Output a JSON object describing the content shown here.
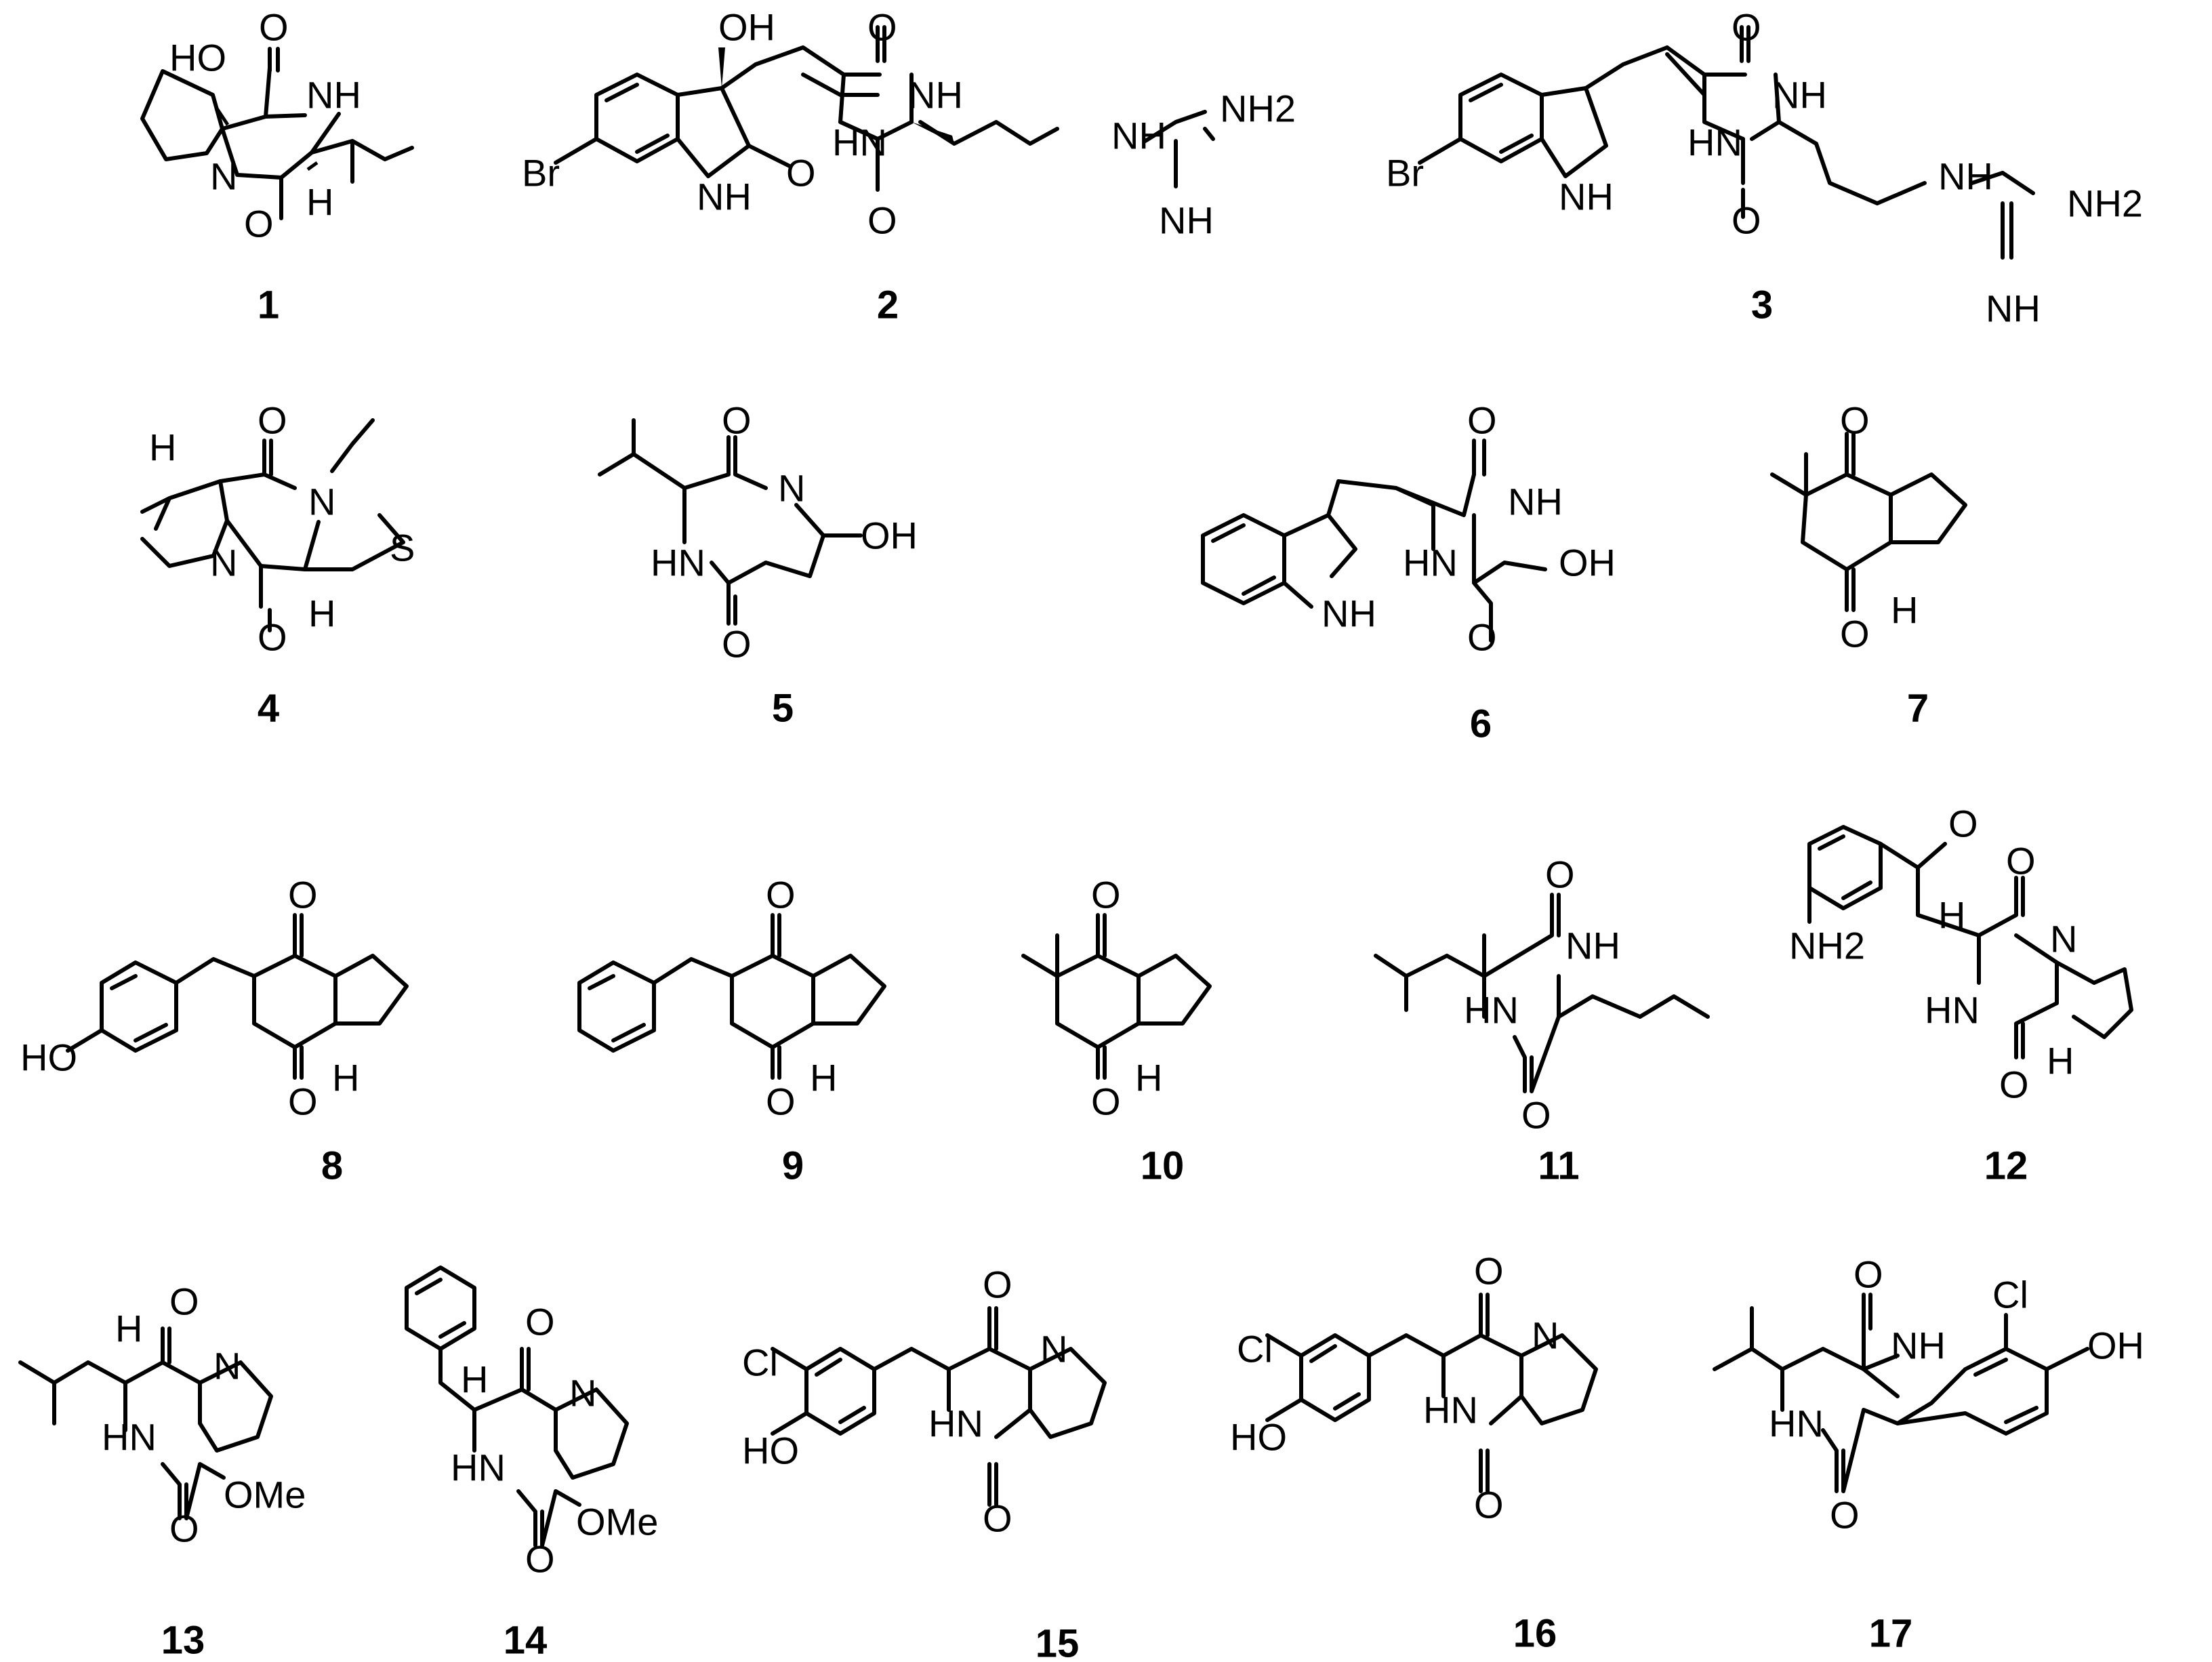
{
  "compounds": [
    {
      "number": "1",
      "atoms": {
        "ho": "HO",
        "o_top": "O",
        "nh": "NH",
        "n": "N",
        "o_bot": "O",
        "h": "H"
      }
    },
    {
      "number": "2",
      "atoms": {
        "oh": "OH",
        "o_top": "O",
        "nh": "NH",
        "br": "Br",
        "hn": "HN",
        "o_lac": "O",
        "nh_ind": "NH",
        "o_bot": "O",
        "nh_gu": "NH",
        "nh2": "NH2",
        "nh_imine": "NH"
      }
    },
    {
      "number": "3",
      "atoms": {
        "o_top": "O",
        "nh": "NH",
        "br": "Br",
        "hn": "HN",
        "nh_ind": "NH",
        "o_bot": "O",
        "nh_gu": "NH",
        "nh2": "NH2",
        "nh_imine": "NH"
      }
    },
    {
      "number": "4",
      "atoms": {
        "h_top": "H",
        "o_top": "O",
        "n_right": "N",
        "s": "S",
        "n_left": "N",
        "o_bot": "O",
        "h_bot": "H"
      }
    },
    {
      "number": "5",
      "atoms": {
        "o_top": "O",
        "n": "N",
        "oh": "OH",
        "hn": "HN",
        "o_bot": "O"
      }
    },
    {
      "number": "6",
      "atoms": {
        "o_top": "O",
        "nh": "NH",
        "hn": "HN",
        "nh_ind": "NH",
        "oh": "OH",
        "o_bot": "O"
      }
    },
    {
      "number": "7",
      "atoms": {
        "o_top": "O",
        "o_bot": "O",
        "h": "H"
      }
    },
    {
      "number": "8",
      "atoms": {
        "o_top": "O",
        "ho": "HO",
        "o_bot": "O",
        "h": "H"
      }
    },
    {
      "number": "9",
      "atoms": {
        "o_top": "O",
        "o_bot": "O",
        "h": "H"
      }
    },
    {
      "number": "10",
      "atoms": {
        "o_top": "O",
        "o_bot": "O",
        "h": "H"
      }
    },
    {
      "number": "11",
      "atoms": {
        "o_top": "O",
        "nh": "NH",
        "hn": "HN",
        "o_bot": "O"
      }
    },
    {
      "number": "12",
      "atoms": {
        "o_ketone": "O",
        "nh2": "NH2",
        "h_top": "H",
        "o_top": "O",
        "n": "N",
        "hn": "HN",
        "o_bot": "O",
        "h_bot": "H"
      }
    },
    {
      "number": "13",
      "atoms": {
        "h": "H",
        "o_top": "O",
        "n": "N",
        "hn": "HN",
        "o_bot": "O",
        "ome": "OMe"
      }
    },
    {
      "number": "14",
      "atoms": {
        "h": "H",
        "o_top": "O",
        "n": "N",
        "hn": "HN",
        "o_bot": "O",
        "ome": "OMe"
      }
    },
    {
      "number": "15",
      "atoms": {
        "cl": "Cl",
        "o_top": "O",
        "n": "N",
        "ho": "HO",
        "hn": "HN",
        "o_bot": "O"
      }
    },
    {
      "number": "16",
      "atoms": {
        "cl": "Cl",
        "o_top": "O",
        "n": "N",
        "ho": "HO",
        "hn": "HN",
        "o_bot": "O"
      }
    },
    {
      "number": "17",
      "atoms": {
        "o_top": "O",
        "cl": "Cl",
        "nh": "NH",
        "oh": "OH",
        "hn": "HN",
        "o_bot": "O"
      }
    }
  ]
}
